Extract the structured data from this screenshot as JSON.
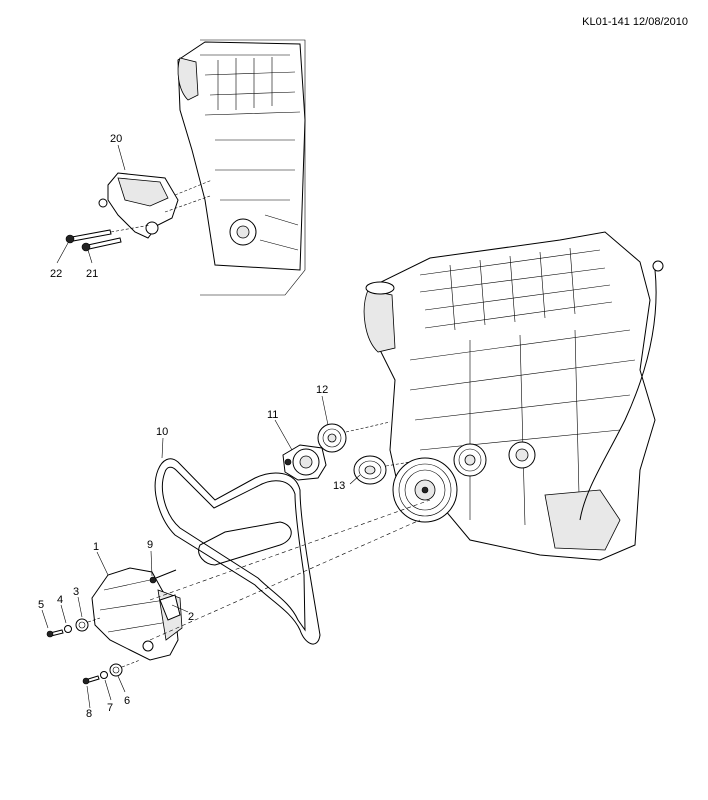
{
  "reference": "KL01-141 12/08/2010",
  "callouts": {
    "c1": "1",
    "c2": "2",
    "c3": "3",
    "c4": "4",
    "c5": "5",
    "c6": "6",
    "c7": "7",
    "c8": "8",
    "c9": "9",
    "c10": "10",
    "c11": "11",
    "c12": "12",
    "c13": "13",
    "c20": "20",
    "c21": "21",
    "c22": "22"
  }
}
